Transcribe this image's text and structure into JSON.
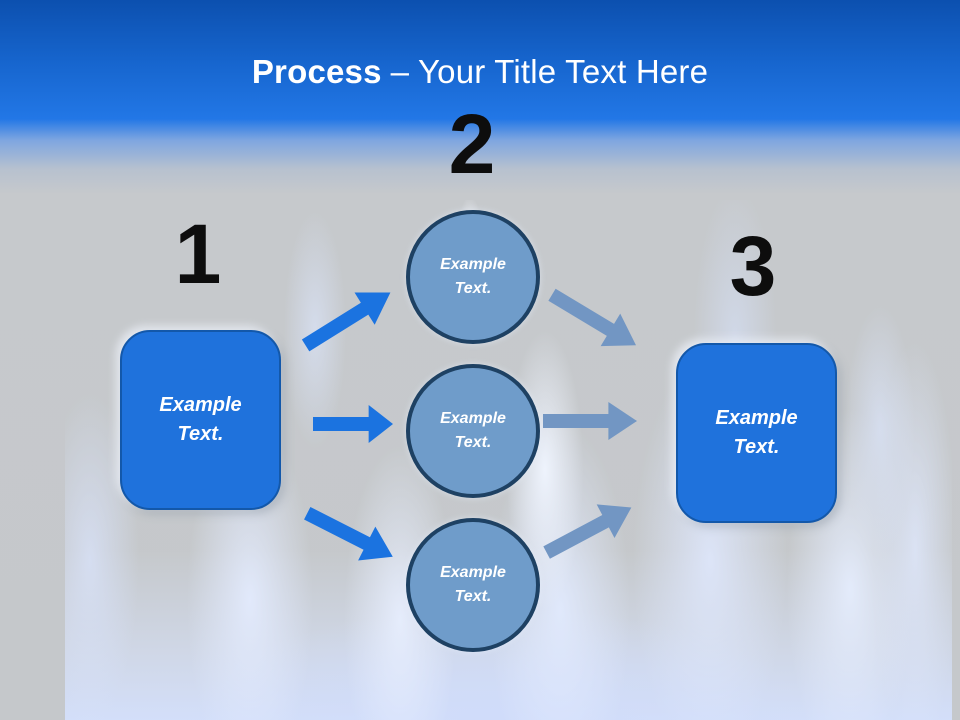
{
  "title": {
    "bold": "Process",
    "rest": "– Your Title Text Here",
    "full_text": "Process – Your Title Text Here"
  },
  "steps": [
    {
      "number": "1",
      "shape": "rounded-rectangle",
      "label": "Example Text."
    },
    {
      "number": "2",
      "shape": "circle-group",
      "labels": [
        "Example Text.",
        "Example Text.",
        "Example Text."
      ]
    },
    {
      "number": "3",
      "shape": "rounded-rectangle",
      "label": "Example Text."
    }
  ],
  "icons": {
    "arrows": [
      {
        "name": "arrow-step1-to-circle1-icon",
        "direction": "up-right",
        "color_key": "arrow_blue"
      },
      {
        "name": "arrow-step1-to-circle2-icon",
        "direction": "right",
        "color_key": "arrow_blue"
      },
      {
        "name": "arrow-step1-to-circle3-icon",
        "direction": "down-right",
        "color_key": "arrow_blue"
      },
      {
        "name": "arrow-circle1-to-step3-icon",
        "direction": "down-right",
        "color_key": "arrow_steel"
      },
      {
        "name": "arrow-circle2-to-step3-icon",
        "direction": "right",
        "color_key": "arrow_steel"
      },
      {
        "name": "arrow-circle3-to-step3-icon",
        "direction": "up-right",
        "color_key": "arrow_steel"
      }
    ]
  },
  "colors": {
    "header_blue_top": "#0c50af",
    "header_blue_bright": "#2277e6",
    "background_gray": "#c5c8cb",
    "flame_blue": "#d4e0fc",
    "box_fill": "#1f72dc",
    "box_border": "#1358aa",
    "circle_fill": "#6f9cca",
    "circle_border": "#1e4163",
    "arrow_blue": "#1b73e0",
    "arrow_steel": "#7296c3",
    "number_color": "#0d0d0d",
    "title_color": "#ffffff"
  }
}
